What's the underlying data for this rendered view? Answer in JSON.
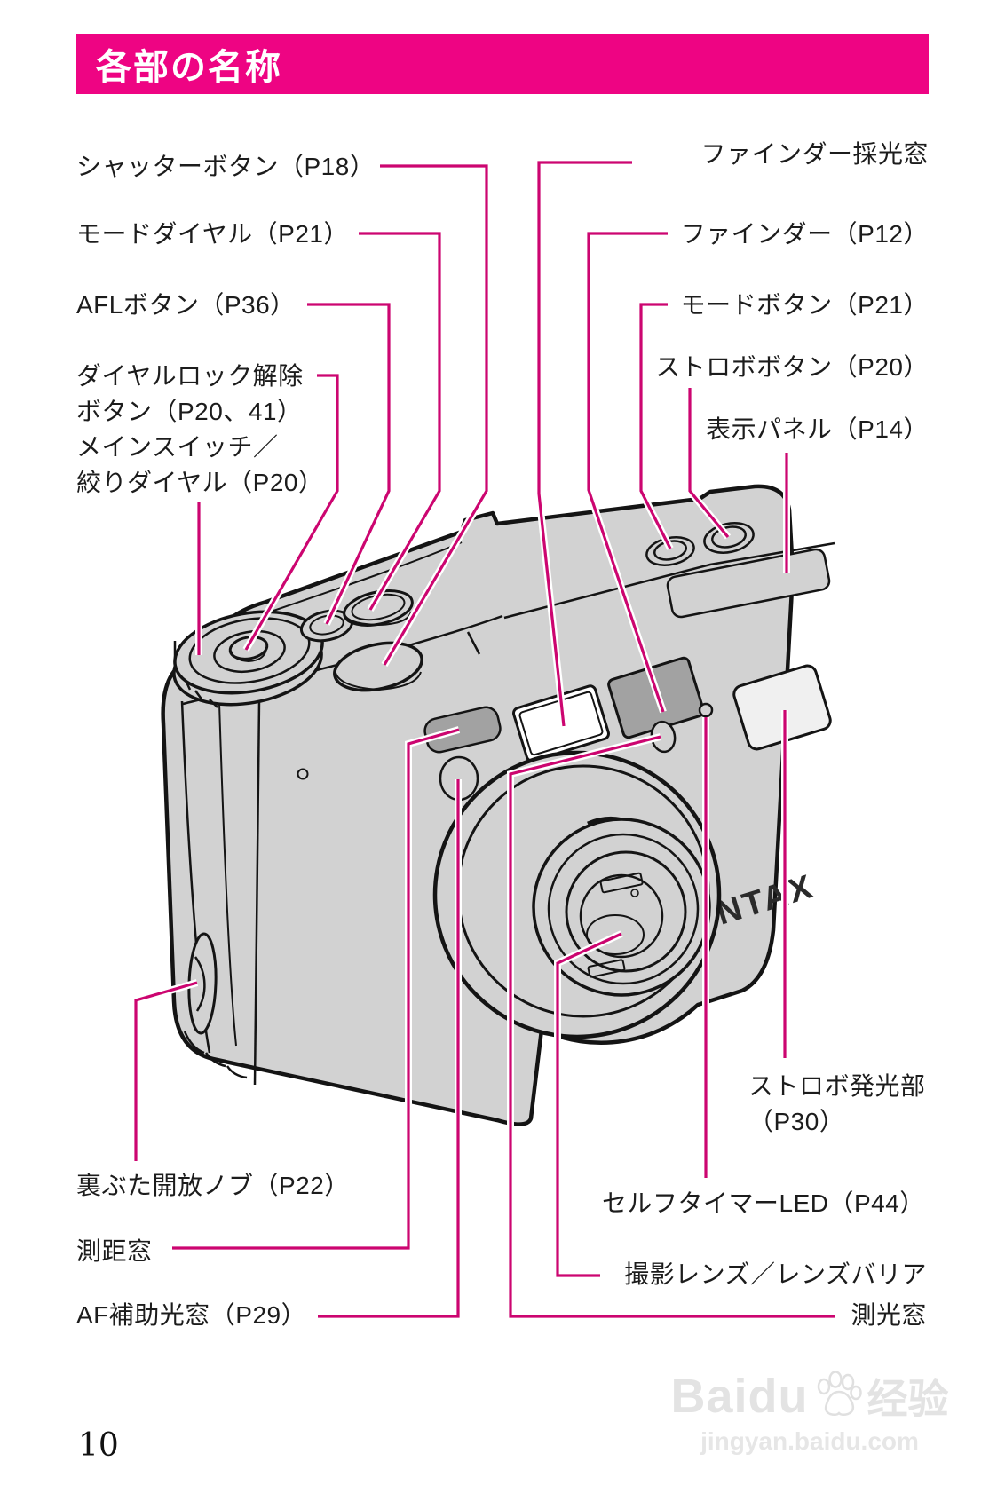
{
  "page": {
    "title": "各部の名称",
    "page_number": "10"
  },
  "colors": {
    "accent": "#EE0483",
    "leader_line": "#CC0570",
    "body_gray": "#D2D2D2",
    "shade_gray": "#A2A2A2"
  },
  "camera": {
    "logo_text": "NTAX"
  },
  "labels": {
    "left": [
      {
        "id": "shutter-button",
        "lines": [
          "シャッターボタン（P18）"
        ]
      },
      {
        "id": "mode-dial",
        "lines": [
          "モードダイヤル（P21）"
        ]
      },
      {
        "id": "afl-button",
        "lines": [
          "AFLボタン（P36）"
        ]
      },
      {
        "id": "dial-lock-release",
        "lines": [
          "ダイヤルロック解除",
          "ボタン（P20、41）"
        ]
      },
      {
        "id": "main-switch",
        "lines": [
          "メインスイッチ／",
          "絞りダイヤル（P20）"
        ]
      }
    ],
    "right": [
      {
        "id": "finder-light-window",
        "lines": [
          "ファインダー採光窓"
        ]
      },
      {
        "id": "viewfinder",
        "lines": [
          "ファインダー（P12）"
        ]
      },
      {
        "id": "mode-button",
        "lines": [
          "モードボタン（P21）"
        ]
      },
      {
        "id": "strobe-button",
        "lines": [
          "ストロボボタン（P20）"
        ]
      },
      {
        "id": "display-panel",
        "lines": [
          "表示パネル（P14）"
        ]
      }
    ],
    "bottom": [
      {
        "id": "strobe-emitter",
        "lines": [
          "ストロボ発光部",
          "（P30）"
        ]
      },
      {
        "id": "back-cover-knob",
        "lines": [
          "裏ぶた開放ノブ（P22）"
        ]
      },
      {
        "id": "self-timer-led",
        "lines": [
          "セルフタイマーLED（P44）"
        ]
      },
      {
        "id": "range-window",
        "lines": [
          "測距窓"
        ]
      },
      {
        "id": "taking-lens",
        "lines": [
          "撮影レンズ／レンズバリア"
        ]
      },
      {
        "id": "af-aux-window",
        "lines": [
          "AF補助光窓（P29）"
        ]
      },
      {
        "id": "metering-window",
        "lines": [
          "測光窓"
        ]
      }
    ]
  },
  "watermark": {
    "brand": "Baidu",
    "suffix": "经验",
    "url": "jingyan.baidu.com"
  }
}
